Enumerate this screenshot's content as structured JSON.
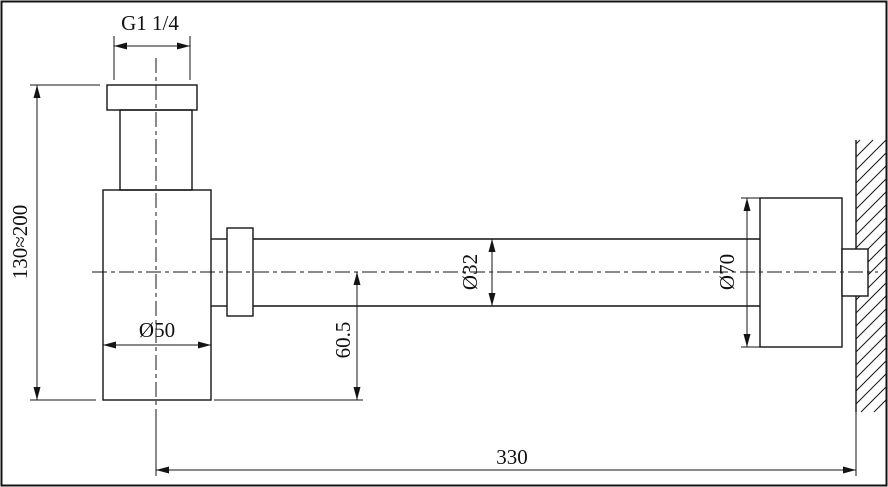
{
  "drawing": {
    "dimensions": {
      "thread_size": "G1 1/4",
      "height_range": "130≈200",
      "body_diameter": "Ø50",
      "drop_height": "60.5",
      "pipe_diameter": "Ø32",
      "flange_diameter": "Ø70",
      "overall_length": "330"
    }
  }
}
